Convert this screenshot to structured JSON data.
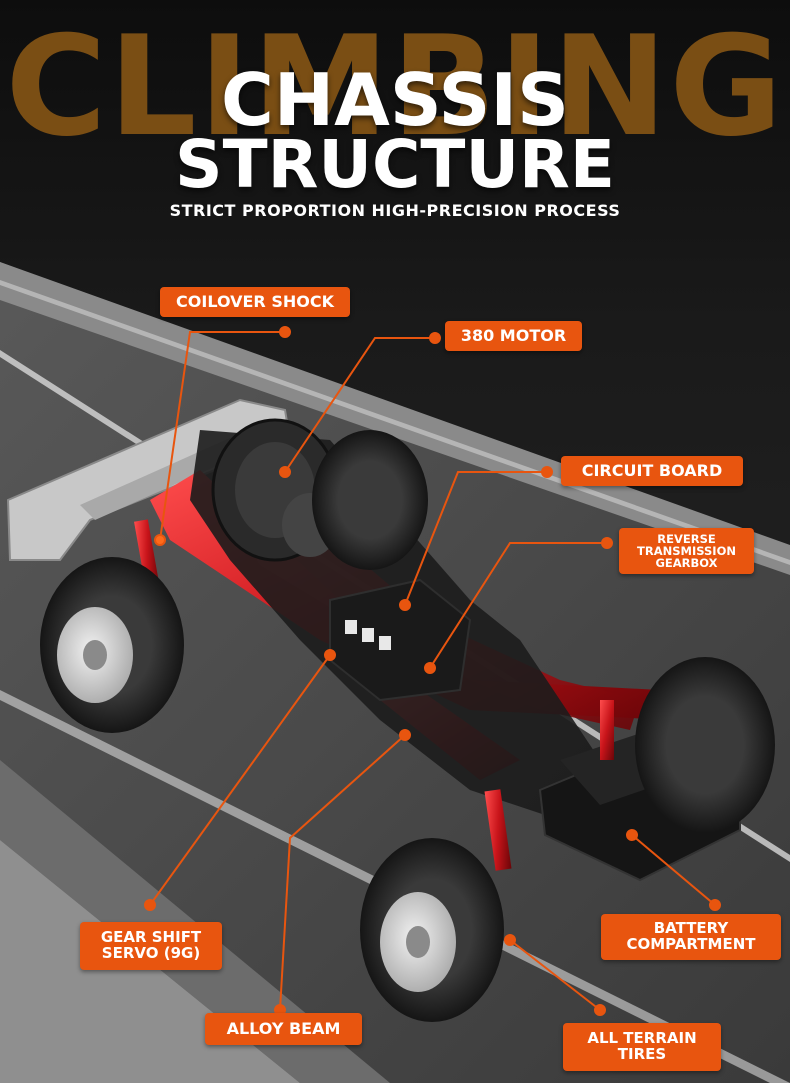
{
  "background_word": "CLIMBING",
  "title": {
    "line1": "CHASSIS",
    "line2": "STRUCTURE"
  },
  "subtitle": "STRICT PROPORTION HIGH-PRECISION PROCESS",
  "callouts": {
    "coilover_shock": "COILOVER SHOCK",
    "motor": "380 MOTOR",
    "circuit_board": "CIRCUIT BOARD",
    "gearbox": [
      "REVERSE",
      "TRANSMISSION",
      "GEARBOX"
    ],
    "servo": [
      "GEAR SHIFT",
      "SERVO (9G)"
    ],
    "battery": [
      "BATTERY",
      "COMPARTMENT"
    ],
    "alloy_beam": "ALLOY BEAM",
    "tires": [
      "ALL TERRAIN",
      "TIRES"
    ]
  },
  "colors": {
    "accent": "#e8550f",
    "brown_text": "#7a4e14",
    "alloy_red": "#c8141a",
    "road": "#4a4a4a"
  }
}
